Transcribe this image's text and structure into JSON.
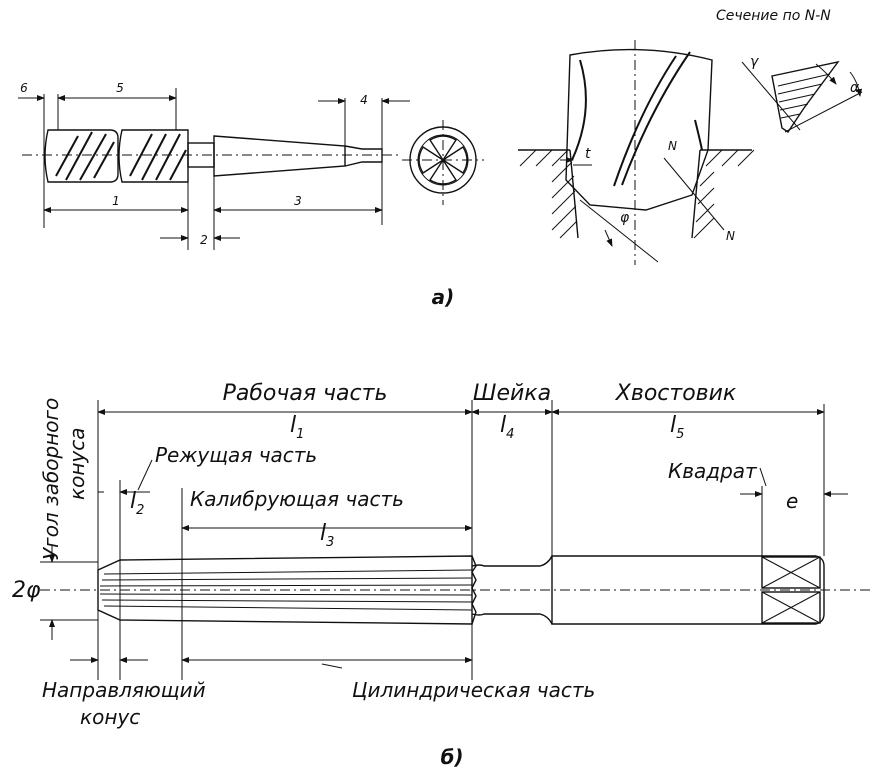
{
  "figure_a": {
    "caption": "а)",
    "reamer_dims": [
      "1",
      "2",
      "3",
      "4",
      "5",
      "6"
    ],
    "section_title": "Сечение по N-N",
    "drill_labels": {
      "t": "t",
      "phi": "φ",
      "N_top": "N",
      "N_bottom": "N",
      "gamma": "γ",
      "alpha": "α"
    }
  },
  "figure_b": {
    "caption": "б)",
    "working_part": "Рабочая часть",
    "l1": "l",
    "l1_sub": "1",
    "neck": "Шейка",
    "l4": "l",
    "l4_sub": "4",
    "shank": "Хвостовик",
    "l5": "l",
    "l5_sub": "5",
    "cutting_part": "Режущая часть",
    "l2": "l",
    "l2_sub": "2",
    "calibrating_part": "Калибрующая часть",
    "l3": "l",
    "l3_sub": "3",
    "square": "Квадрат",
    "e": "e",
    "taper_angle_line1": "Угол заборного",
    "taper_angle_line2": "конуса",
    "two_phi": "2φ",
    "guide_cone_line1": "Направляющий",
    "guide_cone_line2": "конус",
    "cylindrical_part": "Цилиндрическая часть"
  }
}
